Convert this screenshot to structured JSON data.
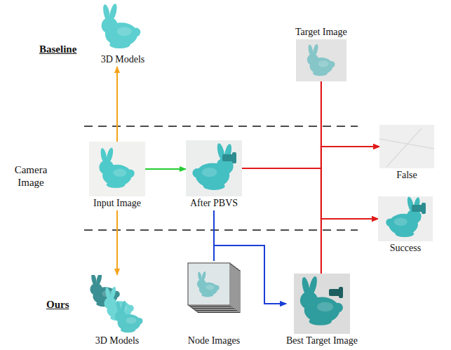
{
  "diagram": {
    "nodes": [
      {
        "text": [
          "3D Models"
        ]
      },
      {
        "text": [
          "Target Image"
        ]
      },
      {
        "text": [
          "Input Image"
        ]
      },
      {
        "text": [
          "After PBVS"
        ]
      },
      {
        "text": [
          "False"
        ]
      },
      {
        "text": [
          "Success"
        ]
      },
      {
        "text": [
          "3D Models"
        ]
      },
      {
        "text": [
          "Node Images"
        ]
      },
      {
        "text": [
          "Best Target Image"
        ]
      }
    ],
    "edges": [
      {
        "from": 2,
        "to": 0,
        "arrow": "to"
      },
      {
        "from": 2,
        "to": 3,
        "arrow": "to"
      },
      {
        "from": 2,
        "to": 6,
        "arrow": "to"
      },
      {
        "from": 3,
        "to": 4,
        "arrow": "to"
      },
      {
        "from": 3,
        "to": 5,
        "arrow": "to"
      },
      {
        "from": 1,
        "to": 4,
        "arrow": "to"
      },
      {
        "from": 1,
        "to": 5,
        "arrow": "to"
      },
      {
        "from": 8,
        "to": 4,
        "arrow": "to"
      },
      {
        "from": 8,
        "to": 5,
        "arrow": "to"
      },
      {
        "from": 3,
        "to": 8,
        "arrow": "to"
      },
      {
        "from": 7,
        "to": 8,
        "arrow": "to"
      }
    ],
    "labels": [
      "Baseline",
      "Camera Image",
      "Ours"
    ]
  }
}
